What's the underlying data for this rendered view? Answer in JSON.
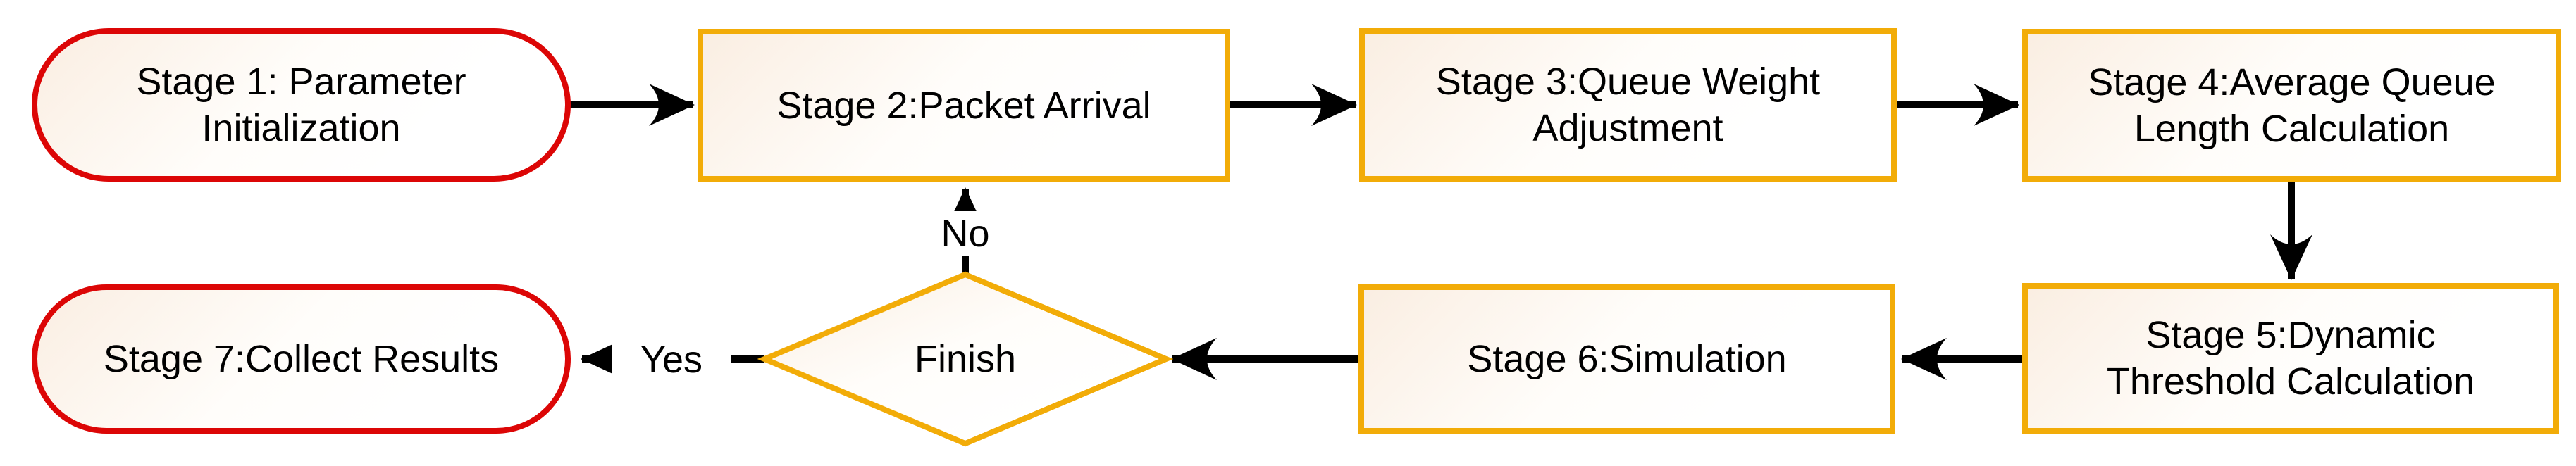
{
  "diagram": {
    "type": "flowchart",
    "colors": {
      "background": "#FFFFFF",
      "terminator_border": "#DC0606",
      "process_border": "#F2AC08",
      "node_fill_start": "#FAEEE2",
      "node_fill_end": "#FFFFFF",
      "arrow": "#000000",
      "text": "#000000"
    },
    "nodes": {
      "stage1": {
        "type": "terminator",
        "lines": [
          "Stage 1: Parameter",
          "Initialization"
        ]
      },
      "stage2": {
        "type": "process",
        "lines": [
          "Stage 2:Packet Arrival"
        ]
      },
      "stage3": {
        "type": "process",
        "lines": [
          "Stage 3:Queue Weight",
          "Adjustment"
        ]
      },
      "stage4": {
        "type": "process",
        "lines": [
          "Stage 4:Average Queue",
          "Length Calculation"
        ]
      },
      "stage5": {
        "type": "process",
        "lines": [
          "Stage 5:Dynamic",
          "Threshold Calculation"
        ]
      },
      "stage6": {
        "type": "process",
        "lines": [
          "Stage 6:Simulation"
        ]
      },
      "finish": {
        "type": "decision",
        "lines": [
          "Finish"
        ]
      },
      "stage7": {
        "type": "terminator",
        "lines": [
          "Stage 7:Collect Results"
        ]
      }
    },
    "edge_labels": {
      "no": "No",
      "yes": "Yes"
    },
    "edges": [
      {
        "from": "stage1",
        "to": "stage2"
      },
      {
        "from": "stage2",
        "to": "stage3"
      },
      {
        "from": "stage3",
        "to": "stage4"
      },
      {
        "from": "stage4",
        "to": "stage5"
      },
      {
        "from": "stage5",
        "to": "stage6"
      },
      {
        "from": "stage6",
        "to": "finish"
      },
      {
        "from": "finish",
        "to": "stage7",
        "label": "Yes"
      },
      {
        "from": "finish",
        "to": "stage2",
        "label": "No"
      }
    ]
  }
}
